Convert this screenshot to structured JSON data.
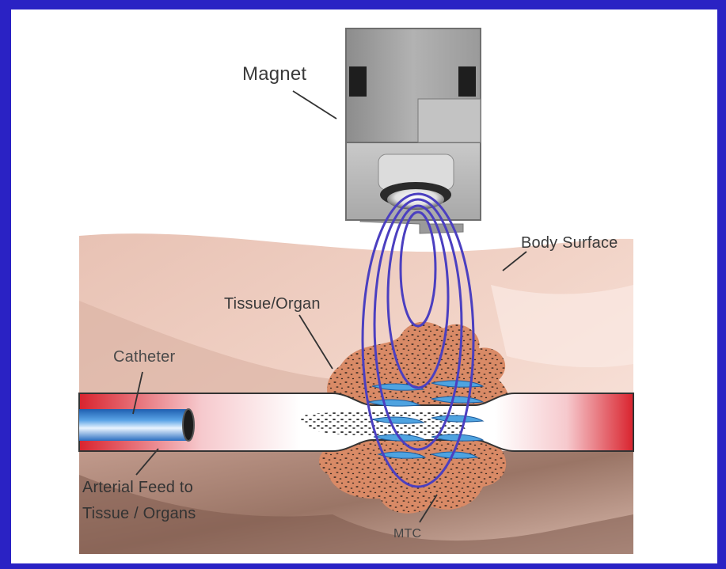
{
  "labels": {
    "magnet": "Magnet",
    "body_surface": "Body Surface",
    "tissue_organ": "Tissue/Organ",
    "catheter": "Catheter",
    "arterial_line1": "Arterial Feed to",
    "arterial_line2": "Tissue / Organs",
    "mtc": "MTC"
  },
  "colors": {
    "border": "#2a22c4",
    "field_lines": "#4b3fc0",
    "artery_red": "#d9232e",
    "catheter_blue": "#2a7bd1",
    "tissue": "#d98a66",
    "skin": "#e9c7b8"
  }
}
